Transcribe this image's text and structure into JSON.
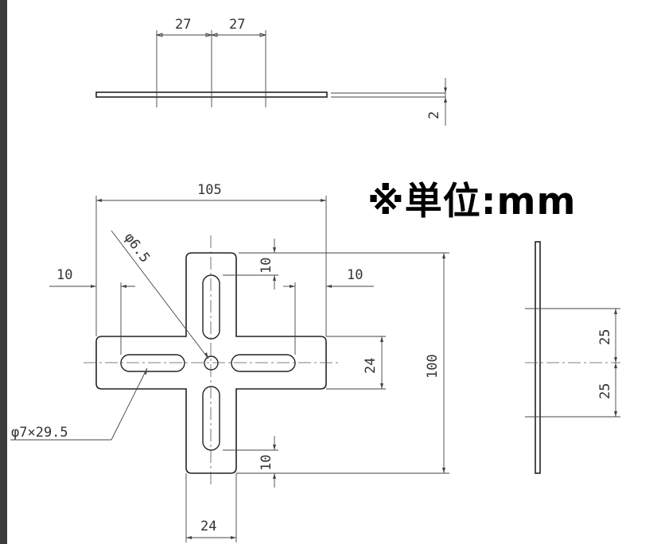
{
  "unit_note": "※単位:mm",
  "dimensions": {
    "top_left_pitch": "27",
    "top_right_pitch": "27",
    "thickness": "2",
    "overall_width": "105",
    "hole_diameter": "φ6.5",
    "left_offset": "10",
    "top_offset": "10",
    "right_offset": "10",
    "arm_width_vertical": "24",
    "overall_height": "100",
    "slot_callout": "φ7×29.5",
    "bottom_offset": "10",
    "arm_width_horizontal": "24",
    "side_pitch_upper": "25",
    "side_pitch_lower": "25"
  }
}
